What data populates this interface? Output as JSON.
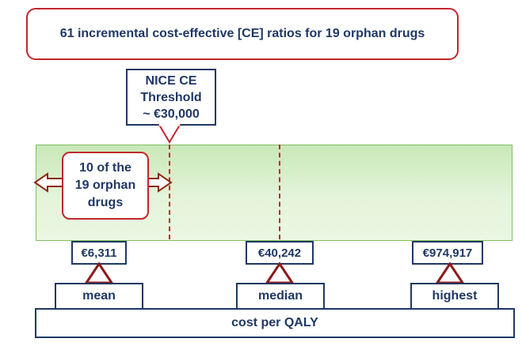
{
  "title": "61 incremental cost-effective [CE] ratios for 19 orphan drugs",
  "threshold": {
    "lines": [
      "NICE CE",
      "Threshold",
      "~ €30,000"
    ]
  },
  "drugs_note": {
    "lines": [
      "10 of the",
      "19 orphan",
      "drugs"
    ]
  },
  "stats": [
    {
      "label": "mean",
      "value": "€6,311"
    },
    {
      "label": "median",
      "value": "€40,242"
    },
    {
      "label": "highest",
      "value": "€974,917"
    }
  ],
  "axis_label": "cost per QALY",
  "colors": {
    "accent_red": "#c0272d",
    "navy": "#1f3864",
    "band_green": "#d8efc9"
  }
}
